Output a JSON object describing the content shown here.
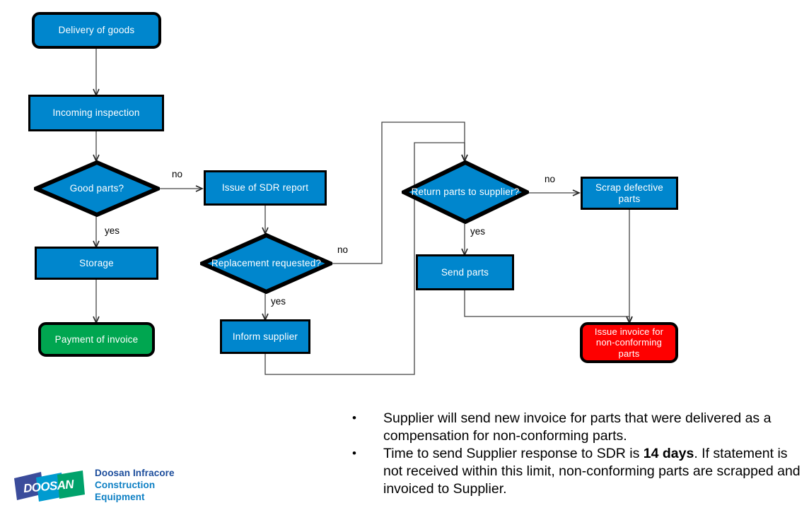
{
  "diagram": {
    "title": "Incoming goods inspection and supplier non-conforming parts flow",
    "colors": {
      "process_fill": "#0086CD",
      "terminator_green": "#00A650",
      "terminator_red": "#FE0000",
      "outline": "#000000",
      "connector": "#404040",
      "node_text": "#FFFFFF"
    },
    "nodes": [
      {
        "id": "delivery",
        "type": "terminator",
        "label": "Delivery of goods"
      },
      {
        "id": "inspection",
        "type": "process",
        "label": "Incoming inspection"
      },
      {
        "id": "goodparts",
        "type": "decision",
        "label": "Good parts?"
      },
      {
        "id": "storage",
        "type": "process",
        "label": "Storage"
      },
      {
        "id": "payment",
        "type": "terminator",
        "label": "Payment of invoice"
      },
      {
        "id": "sdr",
        "type": "process",
        "label": "Issue of  SDR  report"
      },
      {
        "id": "replacement",
        "type": "decision",
        "label": "Replacement requested?"
      },
      {
        "id": "inform",
        "type": "process",
        "label": "Inform supplier"
      },
      {
        "id": "return",
        "type": "decision",
        "label": "Return parts to supplier?"
      },
      {
        "id": "scrap",
        "type": "process",
        "label": "Scrap defective parts"
      },
      {
        "id": "sendparts",
        "type": "process",
        "label": "Send parts"
      },
      {
        "id": "invoice_nc",
        "type": "terminator",
        "label": "Issue invoice for non-conforming parts"
      }
    ],
    "edge_labels": {
      "goodparts_no": "no",
      "goodparts_yes": "yes",
      "replacement_no": "no",
      "replacement_yes": "yes",
      "return_no": "no",
      "return_yes": "yes"
    }
  },
  "notes": [
    {
      "bullet": "•",
      "segments": [
        {
          "text": "Supplier will send new invoice for parts that were delivered as a compensation for non-conforming  parts.",
          "bold": false
        }
      ]
    },
    {
      "bullet": "•",
      "segments": [
        {
          "text": "Time to send Supplier response to SDR is ",
          "bold": false
        },
        {
          "text": "14 days",
          "bold": true
        },
        {
          "text": ". If statement is not received within this limit, non-conforming parts are scrapped and invoiced to Supplier.",
          "bold": false
        }
      ]
    }
  ],
  "logo": {
    "wordmark": "DOOSAN",
    "line1": "Doosan Infracore",
    "line2": "Construction Equipment",
    "colors": {
      "tile_blue": "#3B4C9B",
      "tile_cyan": "#009BD0",
      "tile_green": "#00A26B",
      "text_navy": "#1B4C9B",
      "text_blue": "#0C7FC4"
    }
  }
}
